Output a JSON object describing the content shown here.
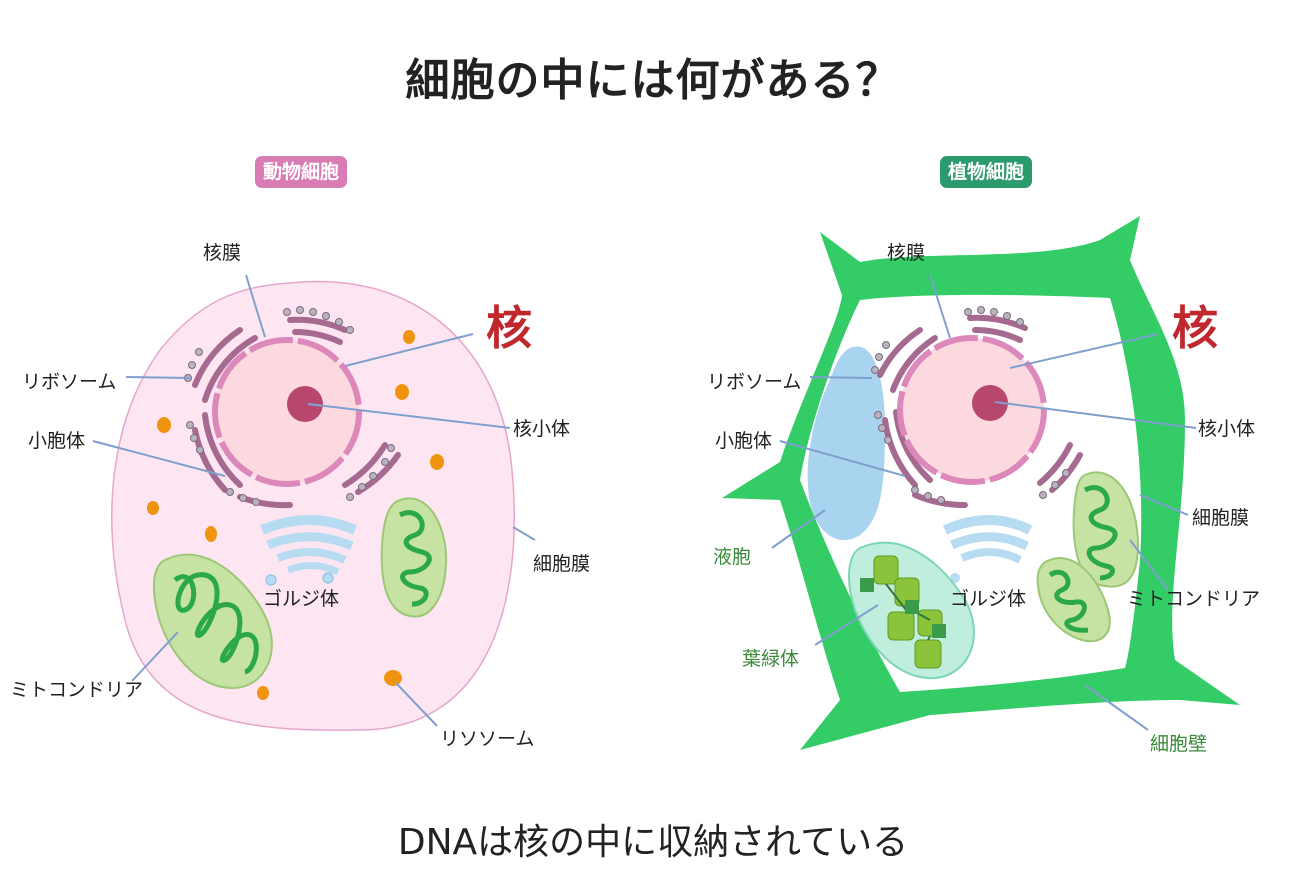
{
  "title": "細胞の中には何がある？",
  "footer": "DNAは核の中に収納されている",
  "animal": {
    "badge": "動物細胞",
    "labels": {
      "nuclear_envelope": "核膜",
      "nucleus": "核",
      "ribosome": "リボソーム",
      "nucleolus": "核小体",
      "vesicle": "小胞体",
      "cell_membrane": "細胞膜",
      "golgi": "ゴルジ体",
      "mitochondria": "ミトコンドリア",
      "lysosome": "リソソーム"
    }
  },
  "plant": {
    "badge": "植物細胞",
    "labels": {
      "nuclear_envelope": "核膜",
      "nucleus": "核",
      "ribosome": "リボソーム",
      "nucleolus": "核小体",
      "vesicle": "小胞体",
      "cell_membrane": "細胞膜",
      "vacuole": "液胞",
      "golgi": "ゴルジ体",
      "mitochondria": "ミトコンドリア",
      "chloroplast": "葉緑体",
      "cell_wall": "細胞壁"
    }
  },
  "colors": {
    "animal_badge": "#d97bb5",
    "plant_badge": "#2b9a6c",
    "nucleus_label": "#c0282d",
    "plant_label_green": "#3a8a3a",
    "leader_line": "#7f9fcf",
    "cell_wall": "#33cc66",
    "membrane": "#dd88bb",
    "er": "#a66a90",
    "mito_fill": "#c6e3a3",
    "mito_inner": "#2aa84a",
    "vacuole": "#a8d4f0",
    "golgi": "#b7dcf2",
    "lysosome": "#f0930e",
    "nucleolus": "#b8476f"
  }
}
